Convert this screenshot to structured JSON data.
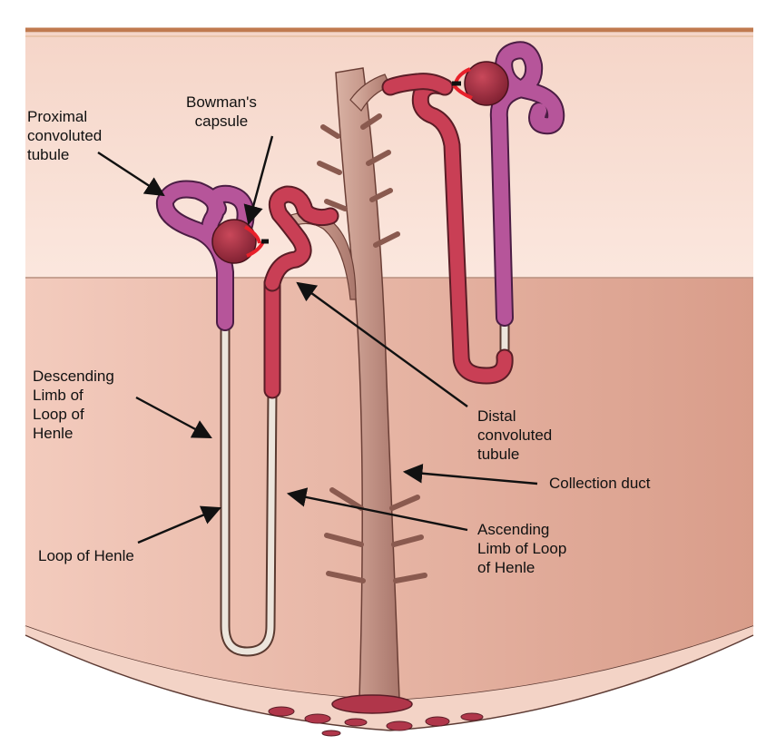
{
  "colors": {
    "cortex": "#f7dcd0",
    "medulla": "#e8b4a3",
    "border": "#c07a4f",
    "pink_tubule": "#b6559a",
    "red_tubule": "#c93f55",
    "duct": "#c99d8f",
    "capsule": "#9a2a3c",
    "loop_thin": "#e9e1d8"
  },
  "labels": {
    "bowmans_capsule": [
      "Bowman's",
      "capsule"
    ],
    "proximal": [
      "Proximal",
      "convoluted",
      "tubule"
    ],
    "descending": [
      "Descending",
      "Limb of",
      "Loop of",
      "Henle"
    ],
    "loop": [
      "Loop of Henle"
    ],
    "distal": [
      "Distal",
      "convoluted",
      "tubule"
    ],
    "collection": [
      "Collection duct"
    ],
    "ascending": [
      "Ascending",
      "Limb of Loop",
      "of Henle"
    ]
  }
}
